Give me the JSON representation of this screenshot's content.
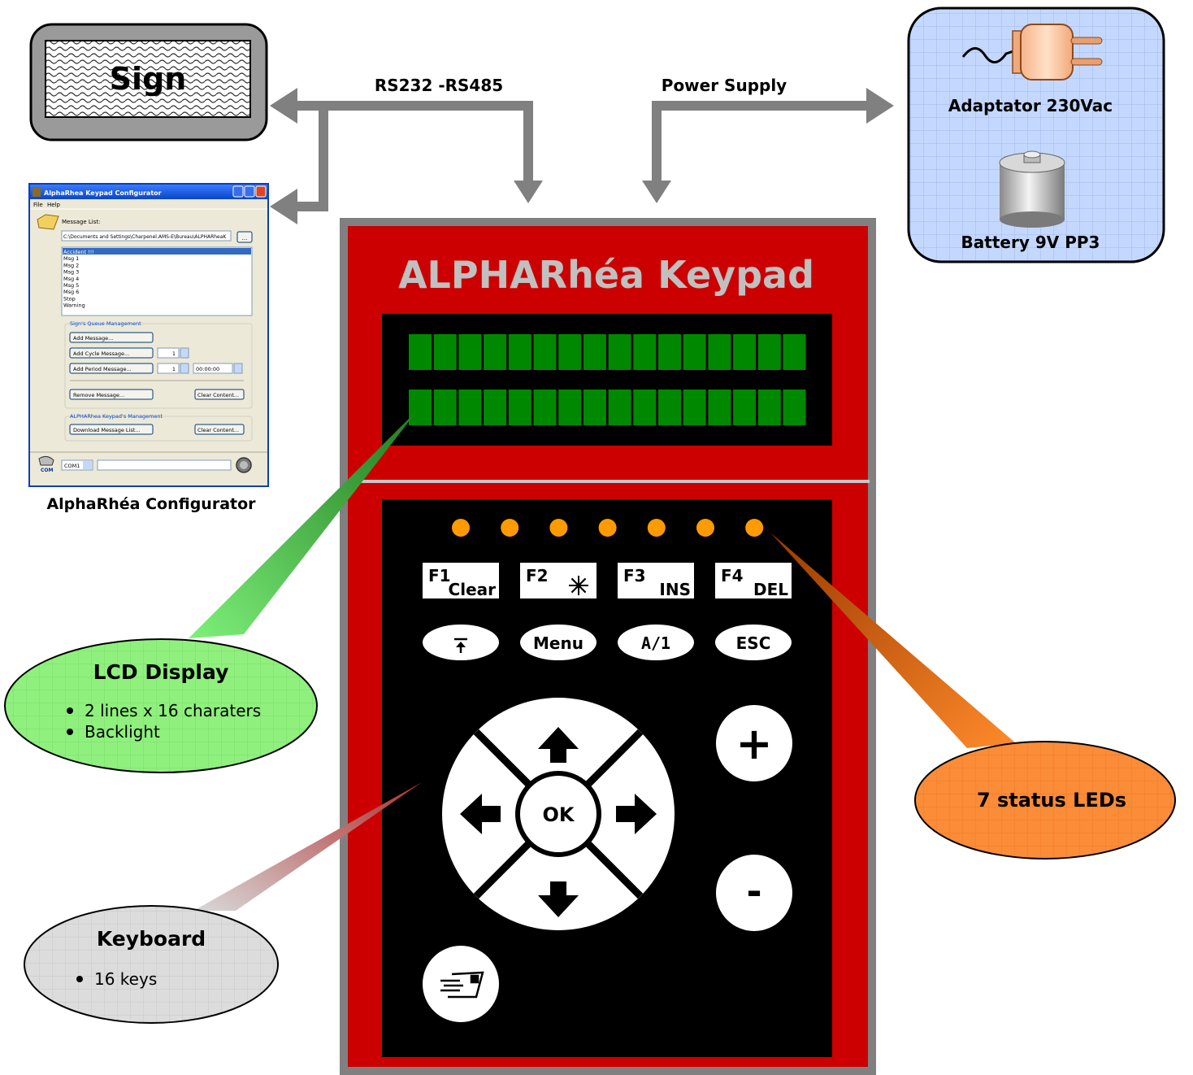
{
  "sign": {
    "label": "Sign"
  },
  "connections": {
    "serial_label": "RS232 -RS485",
    "power_label": "Power Supply"
  },
  "power": {
    "adaptor_label": "Adaptator 230Vac",
    "battery_label": "Battery 9V PP3"
  },
  "configurator": {
    "caption": "AlphaRhéa Configurator",
    "window_title": "AlphaRhea Keypad Configurator",
    "menu": [
      "File",
      "Help"
    ],
    "message_list_label": "Message List:",
    "path_value": "C:\\Documents and Settings\\Charpenel.AMS-E\\Bureau\\ALPHARheaK",
    "browse_label": "...",
    "messages": [
      "Accident !!!",
      "Msg 1",
      "Msg 2",
      "Msg 3",
      "Msg 4",
      "Msg 5",
      "Msg 6",
      "Stop",
      "Warning"
    ],
    "queue_group_title": "Sign's Queue Management",
    "add_message": "Add Message...",
    "add_cycle_message": "Add Cycle Message...",
    "cycle_count": "1",
    "add_period_message": "Add Period Message...",
    "period_count": "1",
    "period_time": "00:00:00",
    "remove_message": "Remove Message...",
    "clear_content_1": "Clear Content...",
    "keypad_group_title": "ALPHARhea Keypad's Management",
    "download_list": "Download Message List...",
    "clear_content_2": "Clear Content...",
    "com_icon_label": "COM",
    "com_port": "COM1"
  },
  "keypad": {
    "title": "ALPHARhéa Keypad",
    "f_keys": [
      {
        "num": "F1",
        "sub": "Clear"
      },
      {
        "num": "F2",
        "sub": ""
      },
      {
        "num": "F3",
        "sub": "INS"
      },
      {
        "num": "F4",
        "sub": "DEL"
      }
    ],
    "oval_keys": [
      "",
      "Menu",
      "A/1",
      "ESC"
    ],
    "ok_label": "OK",
    "plus_label": "+",
    "minus_label": "-",
    "colors": {
      "body": "#cc0000",
      "frame": "#808080",
      "lcd_cell": "#008800",
      "led": "#ff9a00"
    }
  },
  "callouts": {
    "lcd": {
      "title": "LCD Display",
      "items": [
        "2 lines x 16 charaters",
        "Backlight"
      ]
    },
    "keyboard": {
      "title": "Keyboard",
      "items": [
        "16 keys"
      ]
    },
    "leds": {
      "title": "7 status LEDs"
    }
  }
}
